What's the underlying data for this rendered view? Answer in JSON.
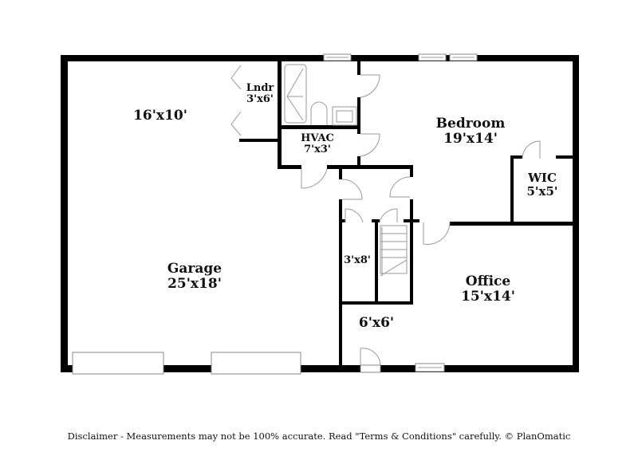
{
  "floorplan": {
    "rooms": [
      {
        "id": "garage-storage",
        "name": "",
        "dims": "16'x10'"
      },
      {
        "id": "laundry",
        "name": "Lndr",
        "dims": "3'x6'"
      },
      {
        "id": "hvac",
        "name": "HVAC",
        "dims": "7'x3'"
      },
      {
        "id": "bedroom",
        "name": "Bedroom",
        "dims": "19'x14'"
      },
      {
        "id": "wic",
        "name": "WIC",
        "dims": "5'x5'"
      },
      {
        "id": "garage",
        "name": "Garage",
        "dims": "25'x18'"
      },
      {
        "id": "closet",
        "name": "",
        "dims": "3'x8'"
      },
      {
        "id": "office",
        "name": "Office",
        "dims": "15'x14'"
      },
      {
        "id": "entry",
        "name": "",
        "dims": "6'x6'"
      }
    ],
    "colors": {
      "wall": "#000000",
      "fixture": "#9a9a9a",
      "background": "#ffffff"
    }
  },
  "footer": {
    "disclaimer": "Disclaimer - Measurements may not be 100% accurate. Read \"Terms & Conditions\" carefully. © PlanOmatic"
  }
}
